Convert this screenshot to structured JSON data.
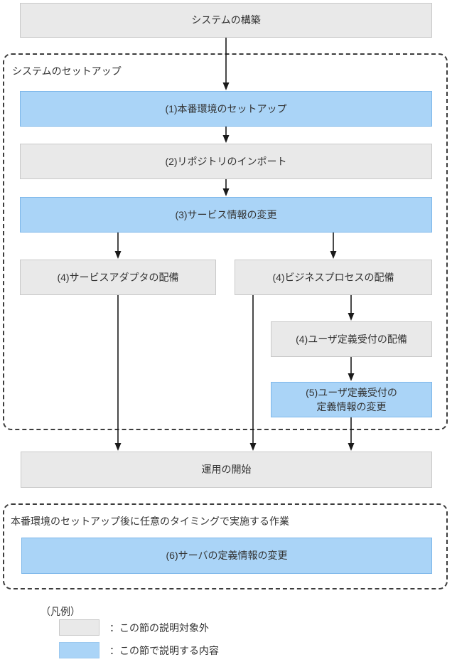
{
  "diagram": {
    "nodes": [
      {
        "id": "system-build",
        "label": "システムの構築",
        "type": "excluded"
      },
      {
        "id": "production-setup",
        "label": "(1)本番環境のセットアップ",
        "type": "highlight"
      },
      {
        "id": "repository-import",
        "label": "(2)リポジトリのインポート",
        "type": "excluded"
      },
      {
        "id": "service-info-change",
        "label": "(3)サービス情報の変更",
        "type": "highlight"
      },
      {
        "id": "service-adapter-deploy",
        "label": "(4)サービスアダプタの配備",
        "type": "excluded"
      },
      {
        "id": "business-process-deploy",
        "label": "(4)ビジネスプロセスの配備",
        "type": "excluded"
      },
      {
        "id": "user-defined-reception-deploy",
        "label": "(4)ユーザ定義受付の配備",
        "type": "excluded"
      },
      {
        "id": "user-defined-reception-change",
        "label": "(5)ユーザ定義受付の\n定義情報の変更",
        "type": "highlight"
      },
      {
        "id": "operation-start",
        "label": "運用の開始",
        "type": "excluded"
      },
      {
        "id": "server-definition-change",
        "label": "(6)サーバの定義情報の変更",
        "type": "highlight"
      }
    ],
    "groups": [
      {
        "id": "system-setup",
        "label": "システムのセットアップ"
      },
      {
        "id": "anytime-tasks",
        "label": "本番環境のセットアップ後に任意のタイミングで実施する作業"
      }
    ],
    "legend": {
      "title": "（凡例）",
      "items": [
        {
          "label": "：この節の説明対象外",
          "type": "excluded"
        },
        {
          "label": "：この節で説明する内容",
          "type": "highlight"
        }
      ]
    },
    "colors": {
      "excluded_fill": "#e9e9e9",
      "excluded_border": "#c9c9c9",
      "highlight_fill": "#aad4f7",
      "highlight_border": "#7db7ea",
      "dashed_border": "#3c3c3c",
      "arrow": "#1a1a1a",
      "text": "#333333"
    }
  }
}
